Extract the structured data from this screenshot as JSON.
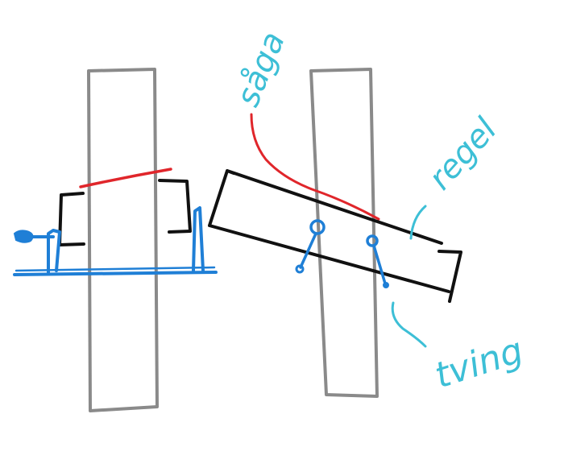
{
  "labels": {
    "saw": "såga",
    "joist": "regel",
    "clamp": "tving"
  },
  "colors": {
    "post": "#8a8a8a",
    "outline": "#111111",
    "saw_line": "#e0262b",
    "clamp": "#1f7fd6",
    "label": "#3dbfd6"
  }
}
